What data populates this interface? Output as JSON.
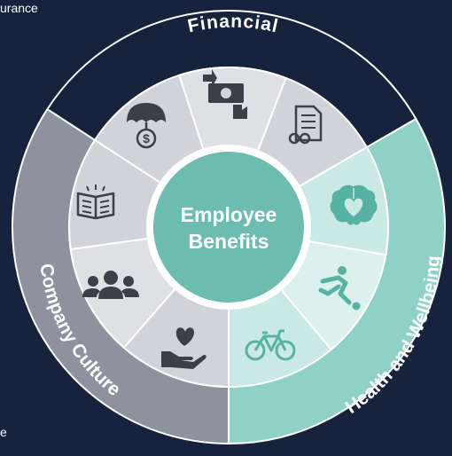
{
  "fragments": {
    "top_left": "urance",
    "bottom_left": "e"
  },
  "center": {
    "line1": "Employee",
    "line2": "Benefits"
  },
  "sections": {
    "financial": "Financial",
    "health": "Health and Wellbeing",
    "culture": "Company Culture"
  },
  "segments": [
    {
      "icon": "umbrella-dollar-icon",
      "section": "financial"
    },
    {
      "icon": "cash-exchange-icon",
      "section": "financial"
    },
    {
      "icon": "contract-glasses-icon",
      "section": "financial"
    },
    {
      "icon": "brain-heart-icon",
      "section": "health"
    },
    {
      "icon": "soccer-player-icon",
      "section": "health"
    },
    {
      "icon": "bicycle-icon",
      "section": "health"
    },
    {
      "icon": "heart-hand-icon",
      "section": "culture"
    },
    {
      "icon": "team-group-icon",
      "section": "culture"
    },
    {
      "icon": "open-book-icon",
      "section": "culture"
    }
  ],
  "colors": {
    "background": "#17223d",
    "financial_band": "#17223d",
    "health_band": "#8fd1c6",
    "culture_band": "#8e929e",
    "center_fill": "#6cbdb0",
    "segment_grey": "#d1d3d8",
    "segment_grey_alt": "#dfe0e4",
    "segment_teal": "#cbe9e4",
    "segment_teal_alt": "#dcf1ed",
    "icon_dark": "#3b3f48",
    "icon_teal": "#56b3a3"
  }
}
